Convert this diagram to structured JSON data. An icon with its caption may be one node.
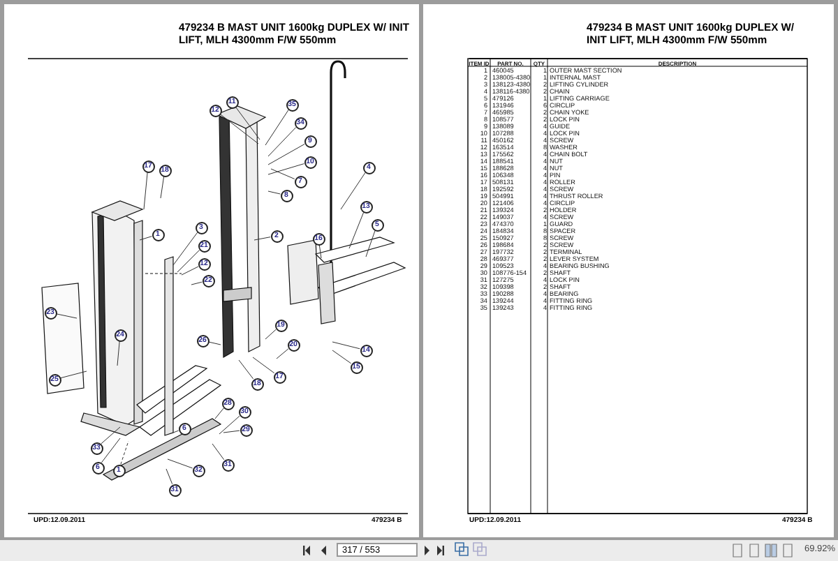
{
  "diagram": {
    "nodes": [
      {
        "text": [
          "11"
        ]
      },
      {
        "text": [
          "35"
        ]
      },
      {
        "text": [
          "12"
        ]
      },
      {
        "text": [
          "34"
        ]
      },
      {
        "text": [
          "9"
        ]
      },
      {
        "text": [
          "10"
        ]
      },
      {
        "text": [
          "17"
        ]
      },
      {
        "text": [
          "4"
        ]
      },
      {
        "text": [
          "18"
        ]
      },
      {
        "text": [
          "7"
        ]
      },
      {
        "text": [
          "8"
        ]
      },
      {
        "text": [
          "13"
        ]
      },
      {
        "text": [
          "5"
        ]
      },
      {
        "text": [
          "3"
        ]
      },
      {
        "text": [
          "1"
        ]
      },
      {
        "text": [
          "2"
        ]
      },
      {
        "text": [
          "16"
        ]
      },
      {
        "text": [
          "21"
        ]
      },
      {
        "text": [
          "12"
        ]
      },
      {
        "text": [
          "22"
        ]
      },
      {
        "text": [
          "23"
        ]
      },
      {
        "text": [
          "19"
        ]
      },
      {
        "text": [
          "24"
        ]
      },
      {
        "text": [
          "26"
        ]
      },
      {
        "text": [
          "20"
        ]
      },
      {
        "text": [
          "14"
        ]
      },
      {
        "text": [
          "15"
        ]
      },
      {
        "text": [
          "17"
        ]
      },
      {
        "text": [
          "25"
        ]
      },
      {
        "text": [
          "18"
        ]
      },
      {
        "text": [
          "28"
        ]
      },
      {
        "text": [
          "30"
        ]
      },
      {
        "text": [
          "6"
        ]
      },
      {
        "text": [
          "29"
        ]
      },
      {
        "text": [
          "33"
        ]
      },
      {
        "text": [
          "31"
        ]
      },
      {
        "text": [
          "6"
        ]
      },
      {
        "text": [
          "1"
        ]
      },
      {
        "text": [
          "32"
        ]
      },
      {
        "text": [
          "31"
        ]
      }
    ],
    "edges": [
      {
        "from": 0,
        "to": null,
        "arrow": "none"
      },
      {
        "from": 1,
        "to": null,
        "arrow": "none"
      },
      {
        "from": 2,
        "to": null,
        "arrow": "none"
      },
      {
        "from": 3,
        "to": null,
        "arrow": "none"
      },
      {
        "from": 4,
        "to": null,
        "arrow": "none"
      },
      {
        "from": 5,
        "to": null,
        "arrow": "none"
      },
      {
        "from": 6,
        "to": null,
        "arrow": "none"
      },
      {
        "from": 7,
        "to": null,
        "arrow": "none"
      },
      {
        "from": 8,
        "to": null,
        "arrow": "none"
      },
      {
        "from": 9,
        "to": null,
        "arrow": "none"
      },
      {
        "from": 10,
        "to": null,
        "arrow": "none"
      },
      {
        "from": 11,
        "to": null,
        "arrow": "none"
      },
      {
        "from": 12,
        "to": null,
        "arrow": "none"
      },
      {
        "from": 13,
        "to": null,
        "arrow": "none"
      },
      {
        "from": 14,
        "to": null,
        "arrow": "none"
      },
      {
        "from": 15,
        "to": null,
        "arrow": "none"
      },
      {
        "from": 16,
        "to": null,
        "arrow": "none"
      },
      {
        "from": 17,
        "to": null,
        "arrow": "none"
      },
      {
        "from": 18,
        "to": null,
        "arrow": "none"
      },
      {
        "from": 19,
        "to": null,
        "arrow": "none"
      },
      {
        "from": 20,
        "to": null,
        "arrow": "none"
      },
      {
        "from": 21,
        "to": null,
        "arrow": "none"
      },
      {
        "from": 22,
        "to": null,
        "arrow": "none"
      },
      {
        "from": 23,
        "to": null,
        "arrow": "none"
      },
      {
        "from": 24,
        "to": null,
        "arrow": "none"
      },
      {
        "from": 25,
        "to": null,
        "arrow": "none"
      },
      {
        "from": 26,
        "to": null,
        "arrow": "none"
      },
      {
        "from": 27,
        "to": null,
        "arrow": "none"
      },
      {
        "from": 28,
        "to": null,
        "arrow": "none"
      },
      {
        "from": 29,
        "to": null,
        "arrow": "none"
      },
      {
        "from": 30,
        "to": null,
        "arrow": "none"
      },
      {
        "from": 31,
        "to": null,
        "arrow": "none"
      },
      {
        "from": 32,
        "to": null,
        "arrow": "none"
      },
      {
        "from": 33,
        "to": null,
        "arrow": "none"
      },
      {
        "from": 34,
        "to": null,
        "arrow": "none"
      },
      {
        "from": 35,
        "to": null,
        "arrow": "none"
      },
      {
        "from": 36,
        "to": null,
        "arrow": "none"
      },
      {
        "from": 37,
        "to": null,
        "arrow": "none",
        "style": "dashed"
      },
      {
        "from": 38,
        "to": null,
        "arrow": "none"
      },
      {
        "from": 39,
        "to": null,
        "arrow": "none"
      }
    ],
    "labels": [
      "479234 B MAST UNIT 1600kg DUPLEX W/ INIT LIFT, MLH 4300mm F/W 550mm",
      "UPD:12.09.2011",
      "479234 B",
      "479234 B MAST UNIT 1600kg DUPLEX W/ INIT LIFT, MLH 4300mm F/W 550mm",
      "ITEM ID",
      "PART NO.",
      "QTY",
      "DESCRIPTION",
      "1",
      "460045",
      "1",
      "OUTER MAST SECTION",
      "2",
      "138005-4380",
      "1",
      "INTERNAL MAST",
      "3",
      "138123-4380",
      "2",
      "LIFTING CYLINDER",
      "4",
      "138116-4380",
      "2",
      "CHAIN",
      "5",
      "479126",
      "1",
      "LIFTING CARRIAGE",
      "6",
      "131946",
      "6",
      "CIRCLIP",
      "7",
      "465985",
      "2",
      "CHAIN YOKE",
      "8",
      "108577",
      "2",
      "LOCK PIN",
      "9",
      "138089",
      "4",
      "GUIDE",
      "10",
      "107288",
      "4",
      "LOCK PIN",
      "11",
      "450162",
      "4",
      "SCREW",
      "12",
      "163514",
      "8",
      "WASHER",
      "13",
      "175562",
      "4",
      "CHAIN BOLT",
      "14",
      "188541",
      "4",
      "NUT",
      "15",
      "188628",
      "4",
      "NUT",
      "16",
      "106348",
      "4",
      "PIN",
      "17",
      "508131",
      "4",
      "ROLLER",
      "18",
      "192592",
      "4",
      "SCREW",
      "19",
      "504991",
      "4",
      "THRUST ROLLER",
      "20",
      "121406",
      "4",
      "CIRCLIP",
      "21",
      "139324",
      "2",
      "HOLDER",
      "22",
      "149037",
      "4",
      "SCREW",
      "23",
      "474370",
      "1",
      "GUARD",
      "24",
      "184834",
      "8",
      "SPACER",
      "25",
      "150927",
      "8",
      "SCREW",
      "26",
      "198684",
      "2",
      "SCREW",
      "27",
      "197732",
      "2",
      "TERMINAL",
      "28",
      "469377",
      "2",
      "LEVER SYSTEM",
      "29",
      "109523",
      "4",
      "BEARING BUSHING",
      "30",
      "108776-154",
      "2",
      "SHAFT",
      "31",
      "127275",
      "4",
      "LOCK PIN",
      "32",
      "109398",
      "2",
      "SHAFT",
      "33",
      "190288",
      "4",
      "BEARING",
      "34",
      "139244",
      "4",
      "FITTING RING",
      "35",
      "139243",
      "4",
      "FITTING RING",
      "UPD:12.09.2011",
      "479234 B",
      "317 / 553",
      "69.92%"
    ]
  }
}
